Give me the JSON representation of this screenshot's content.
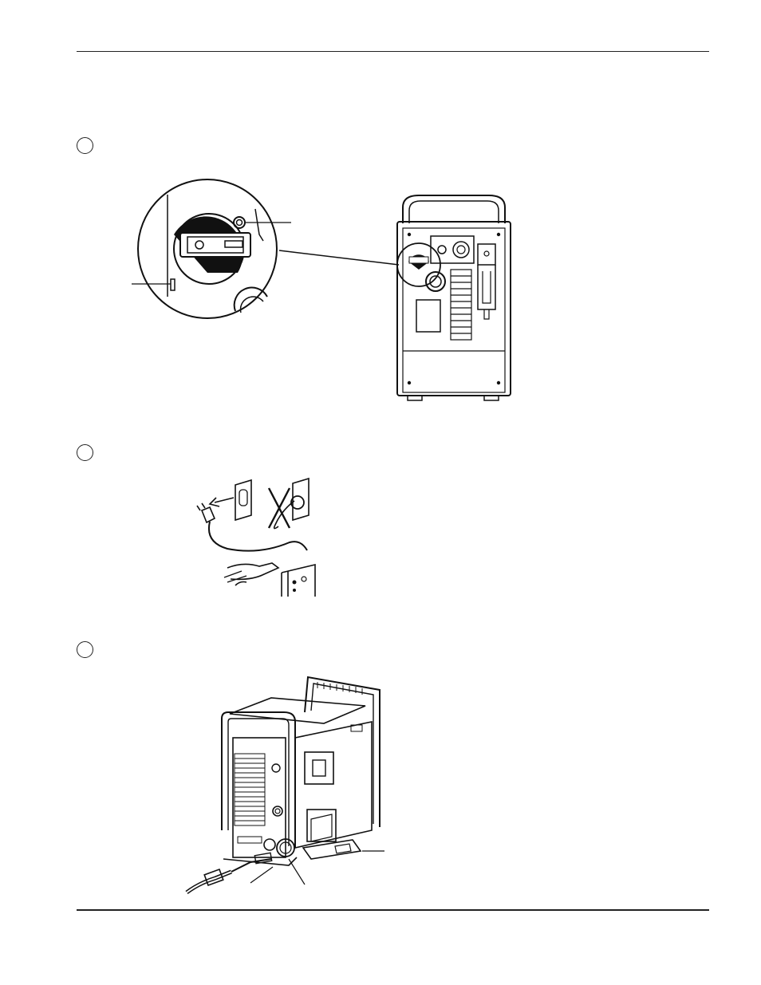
{
  "page": {
    "steps": [
      {
        "number": ""
      },
      {
        "number": ""
      },
      {
        "number": ""
      }
    ]
  },
  "figures": {
    "switch_detail": {
      "icon": "power-switch-detail-illustration"
    },
    "rear_panel": {
      "icon": "rear-panel-illustration"
    },
    "disconnect_power": {
      "icon": "unplug-power-cord-illustration"
    },
    "unit_rear_view": {
      "icon": "cutting-system-rear-view-illustration"
    }
  }
}
